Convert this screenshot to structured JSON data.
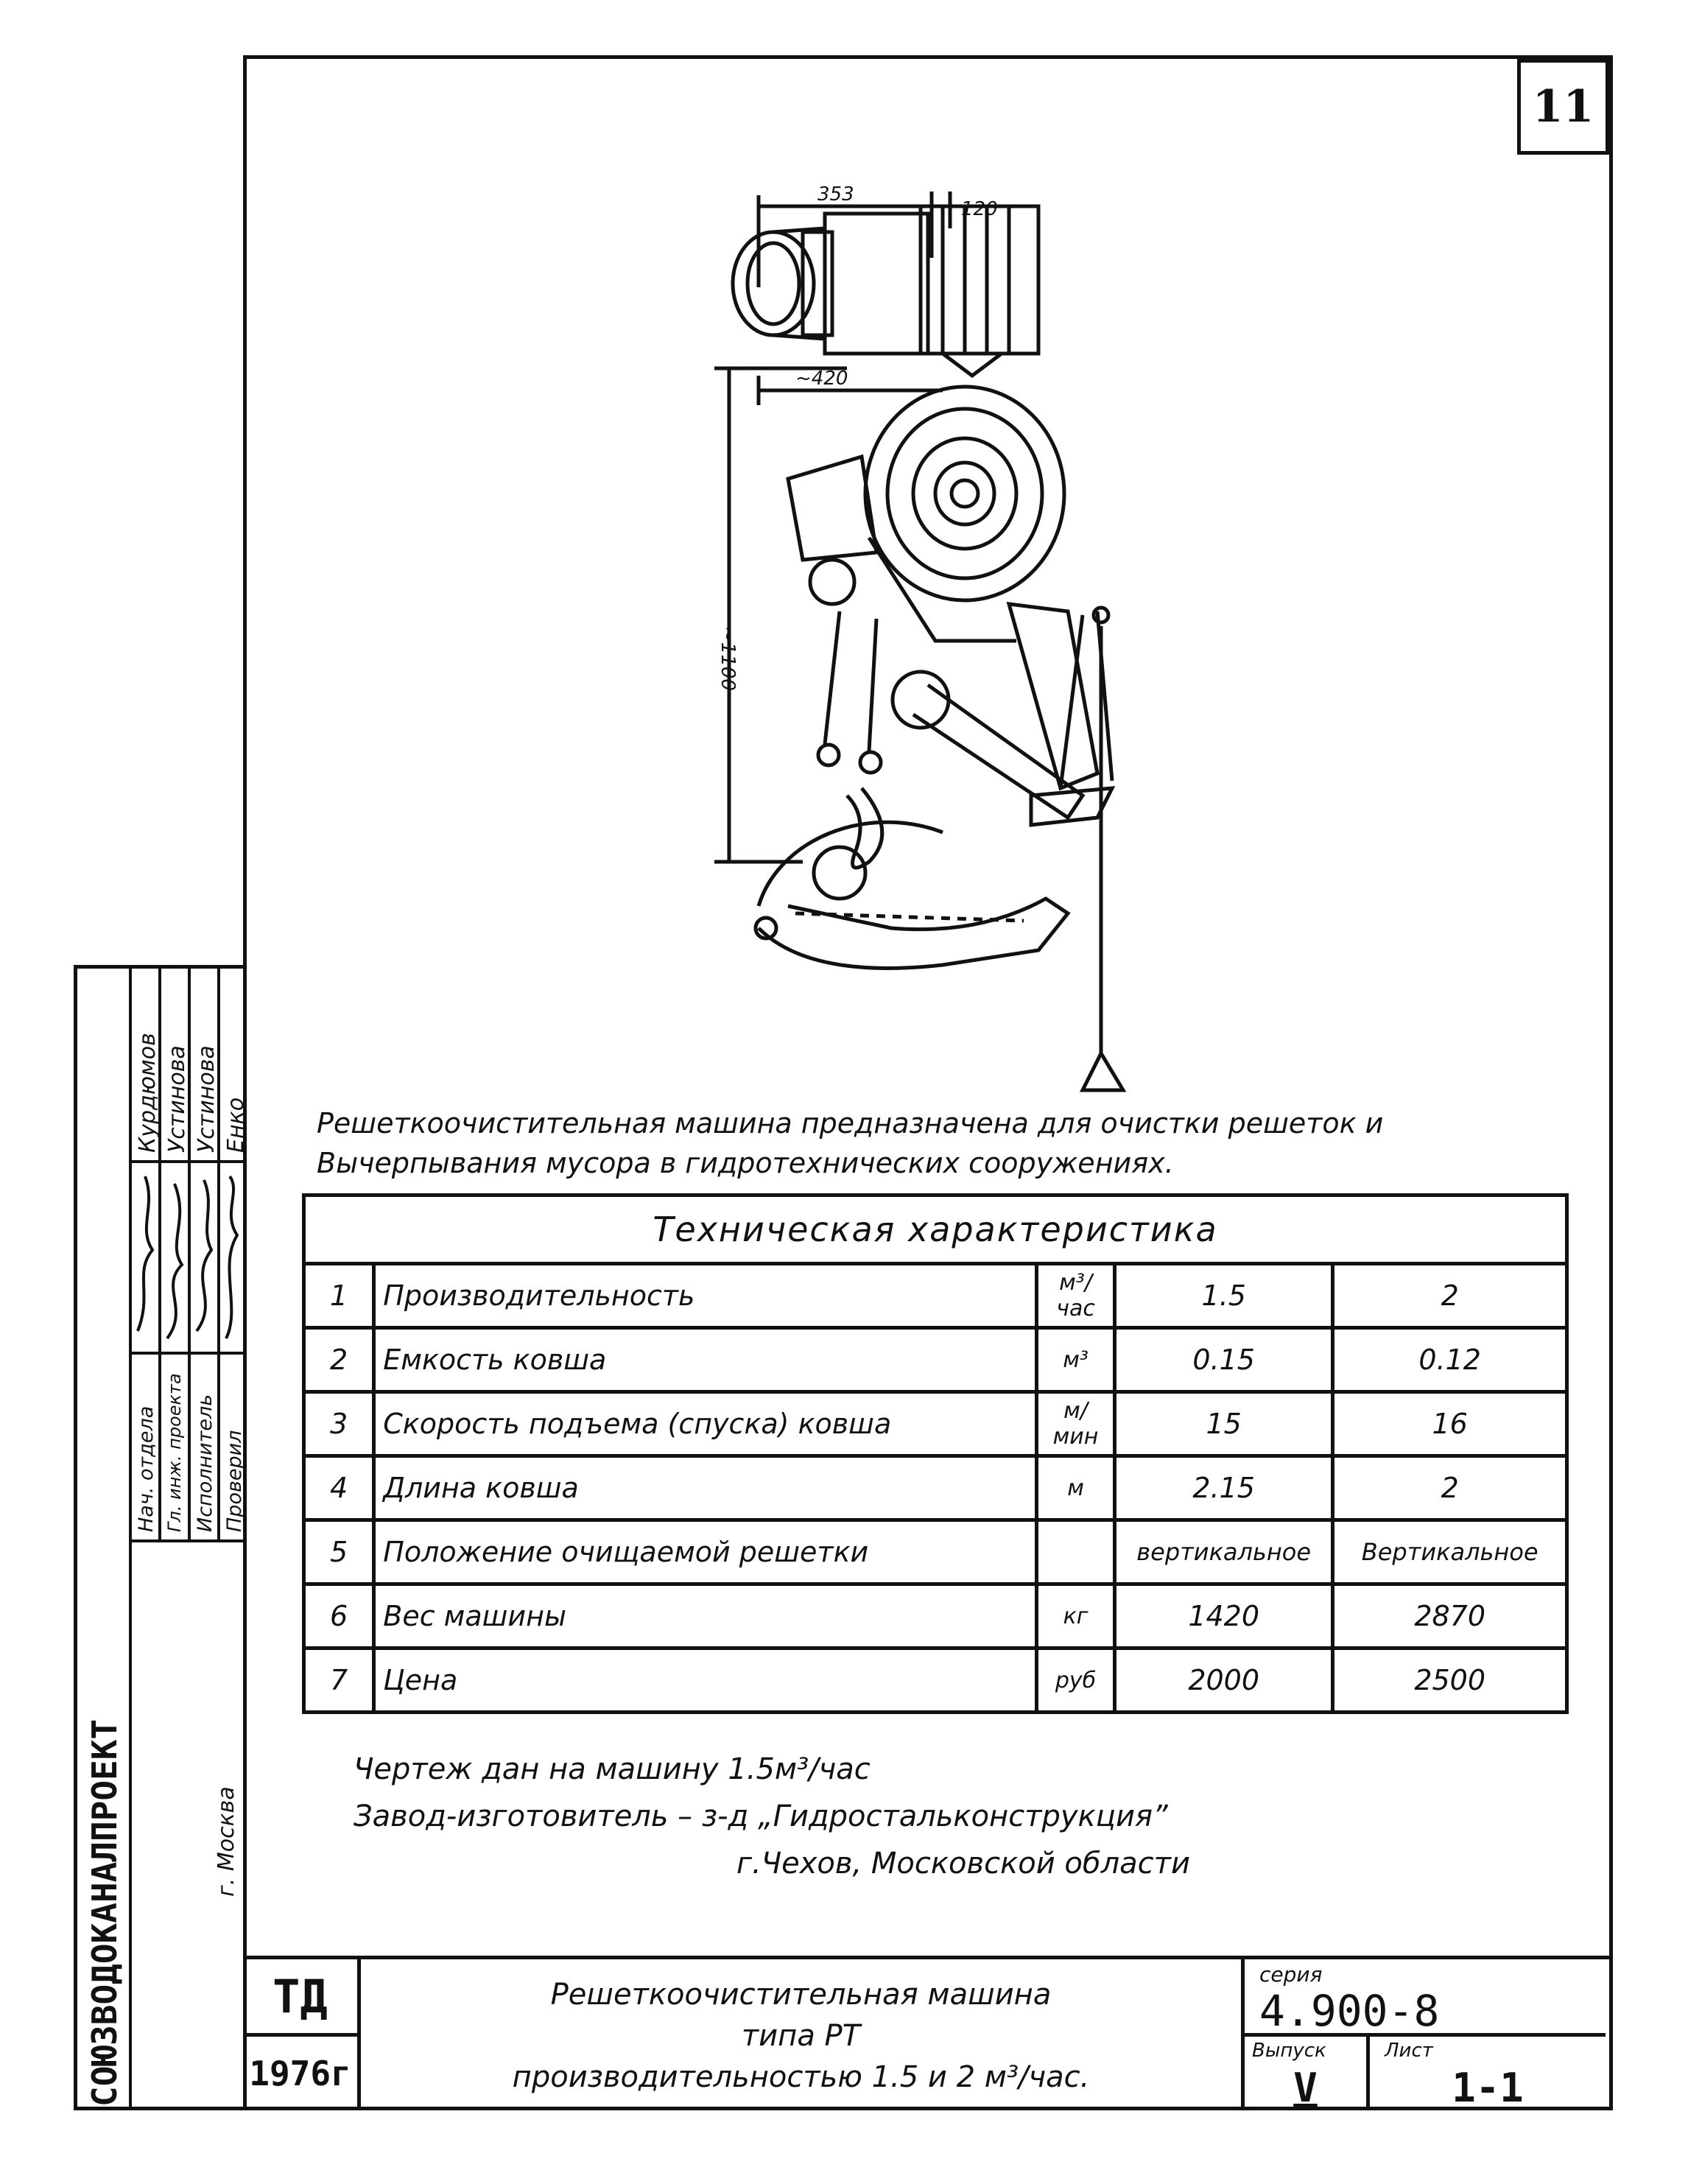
{
  "sheet_number": "11",
  "drawing": {
    "dims": [
      "353",
      "120",
      "~420",
      "~1100"
    ]
  },
  "description": [
    "Решеткоочистительная машина предназначена для очистки решеток и",
    "Вычерпывания мусора в гидротехнических сооружениях."
  ],
  "spec_table": {
    "title": "Техническая характеристика",
    "rows": [
      {
        "n": "1",
        "name": "Производительность",
        "unit": "м³/час",
        "v1": "1.5",
        "v2": "2"
      },
      {
        "n": "2",
        "name": "Емкость ковша",
        "unit": "м³",
        "v1": "0.15",
        "v2": "0.12"
      },
      {
        "n": "3",
        "name": "Скорость подъема (спуска) ковша",
        "unit": "м/мин",
        "v1": "15",
        "v2": "16"
      },
      {
        "n": "4",
        "name": "Длина ковша",
        "unit": "м",
        "v1": "2.15",
        "v2": "2"
      },
      {
        "n": "5",
        "name": "Положение очищаемой решетки",
        "unit": "",
        "v1": "вертикальное",
        "v2": "Вертикальное"
      },
      {
        "n": "6",
        "name": "Вес машины",
        "unit": "кг",
        "v1": "1420",
        "v2": "2870"
      },
      {
        "n": "7",
        "name": "Цена",
        "unit": "руб",
        "v1": "2000",
        "v2": "2500"
      }
    ]
  },
  "notes": [
    "Чертеж дан на машину 1.5м³/час",
    "Завод-изготовитель – з-д „Гидростальконструкция”",
    "г.Чехов, Московской области"
  ],
  "side_stamp": {
    "org": "СОЮЗВОДОКАНАЛПРОЕКТ",
    "city": "г. Москва",
    "roles": [
      "Нач. отдела",
      "Гл. инж. проекта",
      "Исполнитель",
      "Проверил"
    ],
    "names": [
      "Курдюмов",
      "Устинова",
      "Устинова",
      "Енко"
    ]
  },
  "title_block": {
    "code": "ТД",
    "year": "1976г",
    "title_lines": [
      "Решеткоочистительная машина",
      "типа РТ",
      "производительностью 1.5 и 2 м³/час."
    ],
    "series_label": "серия",
    "series": "4.900-8",
    "issue_label": "Выпуск",
    "issue": "V",
    "sheet_label": "Лист",
    "sheet": "1-1"
  }
}
